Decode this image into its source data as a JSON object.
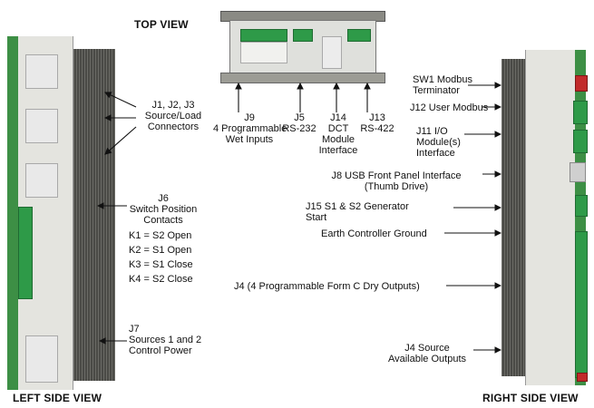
{
  "views": {
    "top": "TOP VIEW",
    "left": "LEFT SIDE VIEW",
    "right": "RIGHT SIDE VIEW"
  },
  "top_labels": {
    "j9": "J9\n4 Programmable\nWet Inputs",
    "j5": "J5\nRS-232",
    "j14": "J14\nDCT\nModule\nInterface",
    "j13": "J13\nRS-422"
  },
  "left_labels": {
    "j1j2j3": "J1, J2, J3\nSource/Load\nConnectors",
    "j6": "J6\nSwitch Position\nContacts",
    "k1": "K1 = S2 Open",
    "k2": "K2 = S1 Open",
    "k3": "K3 = S1 Close",
    "k4": "K4 = S2 Close",
    "j7": "J7\nSources 1 and 2\nControl Power"
  },
  "right_labels": {
    "sw1": "SW1 Modbus\nTerminator",
    "j12": "J12 User Modbus",
    "j11": "J11 I/O\nModule(s)\nInterface",
    "j8": "J8 USB Front Panel Interface\n(Thumb Drive)",
    "j15": "J15 S1 & S2 Generator\nStart",
    "earth": "Earth Controller Ground",
    "j4_prog": "J4 (4 Programmable Form C Dry Outputs)",
    "j4_src": "J4 Source\nAvailable Outputs"
  },
  "colors": {
    "pcb_green": "#2e9a48",
    "heatsink": "#55554f",
    "body": "#e4e4df",
    "connector_red": "#c12a2a"
  }
}
